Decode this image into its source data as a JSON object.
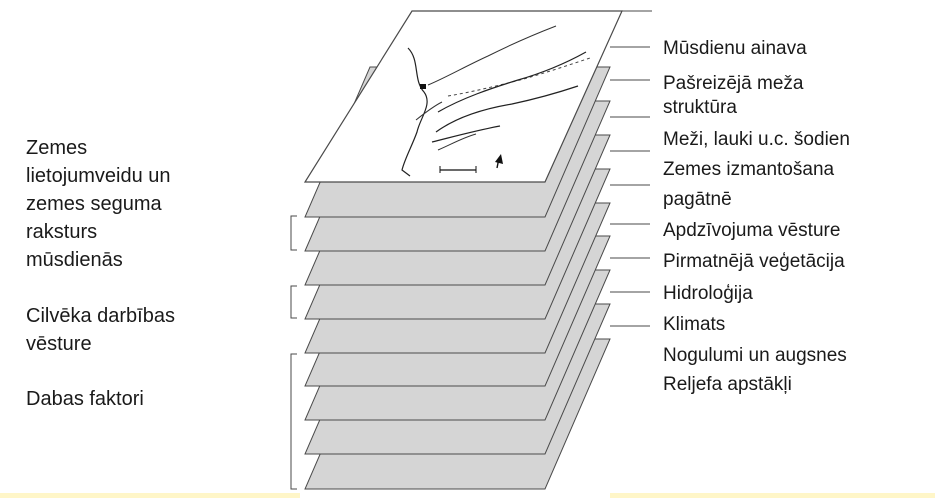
{
  "left_groups": [
    {
      "text": "Zemes\nlietojumveidu un\nzemes seguma\nraksturs\nmūsdienās"
    },
    {
      "text": "Cilvēka darbības\nvēsture"
    },
    {
      "text": "Dabas faktori"
    }
  ],
  "right_labels": [
    "Mūsdienu ainava",
    "Pašreizējā meža",
    "struktūra",
    "Meži, lauki u.c. šodien",
    "Zemes izmantošana",
    "pagātnē",
    "Apdzīvojuma vēsture",
    "Pirmatnējā veģetācija",
    "Hidroloģija",
    "Klimats",
    "Nogulumi un augsnes",
    "Reljefa apstākļi"
  ],
  "colors": {
    "layer_fill": "#d5d5d5",
    "top_fill": "#ffffff",
    "stroke": "#4a4a4a",
    "bottom_band": "#fff6c8"
  },
  "icons": {
    "map": "map-illustration",
    "north_arrow": "north-arrow-icon",
    "scale_bar": "scale-bar-icon"
  }
}
